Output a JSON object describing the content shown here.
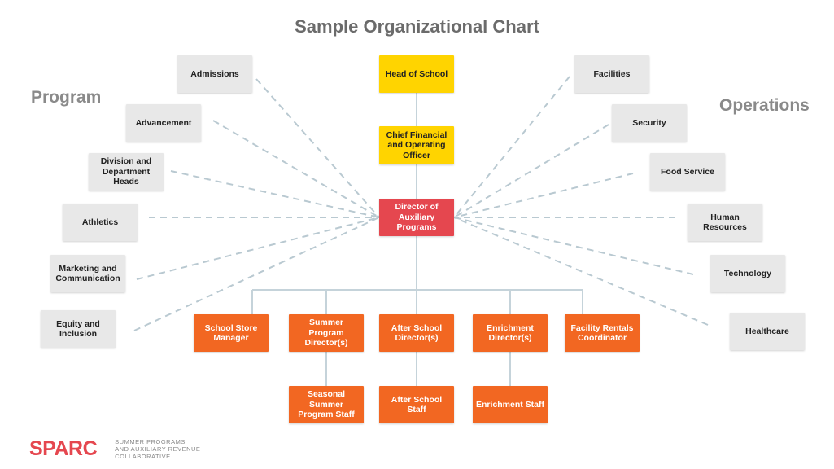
{
  "title": "Sample Organizational Chart",
  "labels": {
    "program": "Program",
    "operations": "Operations"
  },
  "colors": {
    "gray": "#e8e8e8",
    "yellow": "#ffd400",
    "red": "#e5474f",
    "orange": "#f26722",
    "dashed_line": "#b9c9d1",
    "solid_line": "#c5d3da"
  },
  "chain": {
    "head": "Head of School",
    "cfo": "Chief Financial and Operating Officer",
    "director": "Director of Auxiliary Programs"
  },
  "program_boxes": [
    "Admissions",
    "Advancement",
    "Division and Department Heads",
    "Athletics",
    "Marketing and Communication",
    "Equity and Inclusion"
  ],
  "operations_boxes": [
    "Facilities",
    "Security",
    "Food Service",
    "Human Resources",
    "Technology",
    "Healthcare"
  ],
  "reports": [
    "School Store Manager",
    "Summer Program Director(s)",
    "After School Director(s)",
    "Enrichment Director(s)",
    "Facility Rentals Coordinator"
  ],
  "staff": [
    "Seasonal Summer Program Staff",
    "After School Staff",
    "Enrichment Staff"
  ],
  "logo": {
    "wordmark": "SPARC",
    "tagline": [
      "SUMMER PROGRAMS",
      "AND AUXILIARY REVENUE",
      "COLLABORATIVE"
    ]
  }
}
